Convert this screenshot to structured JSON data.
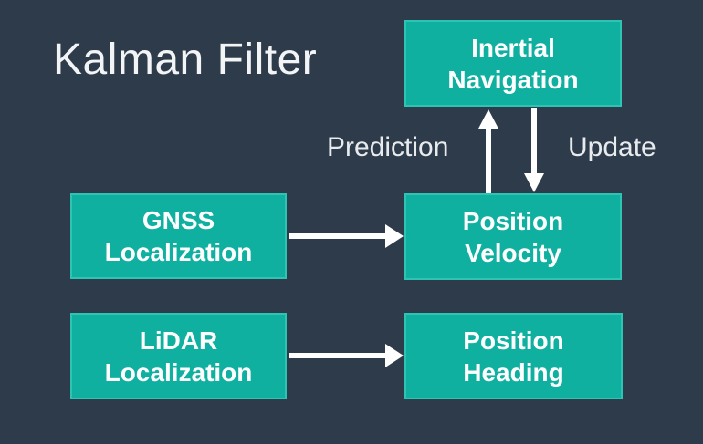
{
  "title": "Kalman Filter",
  "nodes": {
    "inertial": {
      "line1": "Inertial",
      "line2": "Navigation"
    },
    "gnss": {
      "line1": "GNSS",
      "line2": "Localization"
    },
    "position_velocity": {
      "line1": "Position",
      "line2": "Velocity"
    },
    "lidar": {
      "line1": "LiDAR",
      "line2": "Localization"
    },
    "position_heading": {
      "line1": "Position",
      "line2": "Heading"
    }
  },
  "edge_labels": {
    "prediction": "Prediction",
    "update": "Update"
  },
  "edges": [
    {
      "from": "gnss",
      "to": "position_velocity",
      "label": ""
    },
    {
      "from": "lidar",
      "to": "position_heading",
      "label": ""
    },
    {
      "from": "position_velocity",
      "to": "inertial",
      "label": "Prediction"
    },
    {
      "from": "inertial",
      "to": "position_velocity",
      "label": "Update"
    }
  ],
  "colors": {
    "background": "#2e3b4a",
    "node_fill": "#10b0a1",
    "node_border": "#2ec4b4",
    "node_text": "#fdfefe",
    "arrow": "#ffffff",
    "title_text": "#f2f4f6",
    "label_text": "#e8ebee"
  }
}
